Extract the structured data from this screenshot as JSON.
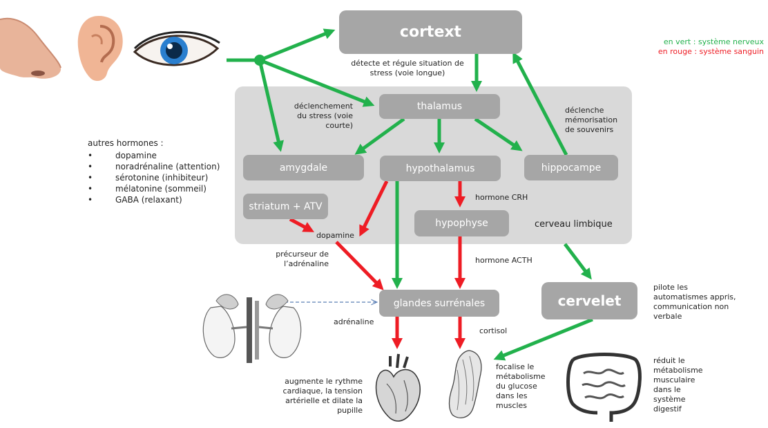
{
  "colors": {
    "green": "#22b14c",
    "red": "#ee1c24",
    "box_gray": "#a6a6a6",
    "panel_gray": "#d9d9d9",
    "dashed_blue": "#5b7fb5"
  },
  "legend": {
    "green_line": "en vert : système nerveux",
    "red_line": "en rouge : système sanguin"
  },
  "senses": [
    {
      "icon": "nose-icon"
    },
    {
      "icon": "ear-icon"
    },
    {
      "icon": "eye-icon"
    }
  ],
  "boxes": {
    "cortex": "cortext",
    "thalamus": "thalamus",
    "amygdale": "amygdale",
    "hypothalamus": "hypothalamus",
    "hippocampe": "hippocampe",
    "striatum": "striatum + ATV",
    "hypophyse": "hypophyse",
    "glandes": "glandes surrénales",
    "cervelet": "cervelet"
  },
  "panel_label": "cerveau limbique",
  "labels": {
    "detecte": "détecte et régule situation de stress (voie longue)",
    "declenchement": "déclenchement du stress (voie courte)",
    "declenche_memo": "déclenche mémorisation de souvenirs",
    "dopamine": "dopamine",
    "hormone_crh": "hormone CRH",
    "hormone_acth": "hormone ACTH",
    "precurseur": "précurseur de l’adrénaline",
    "adrenaline": "adrénaline",
    "cortisol": "cortisol",
    "pilote": "pilote les automatismes appris, communication non verbale",
    "augmente": "augmente le rythme cardiaque, la tension artérielle et dilate la pupille",
    "focalise": "focalise le métabolisme du glucose dans les muscles",
    "reduit": "réduit le métabolisme musculaire dans le système digestif"
  },
  "hormones": {
    "title": "autres hormones  :",
    "items": [
      "dopamine",
      "noradrénaline (attention)",
      "sérotonine (inhibiteur)",
      "mélatonine  (sommeil)",
      "GABA (relaxant)"
    ]
  },
  "organ_icons": [
    "kidneys-icon",
    "heart-icon",
    "muscle-arm-icon",
    "intestines-icon"
  ]
}
